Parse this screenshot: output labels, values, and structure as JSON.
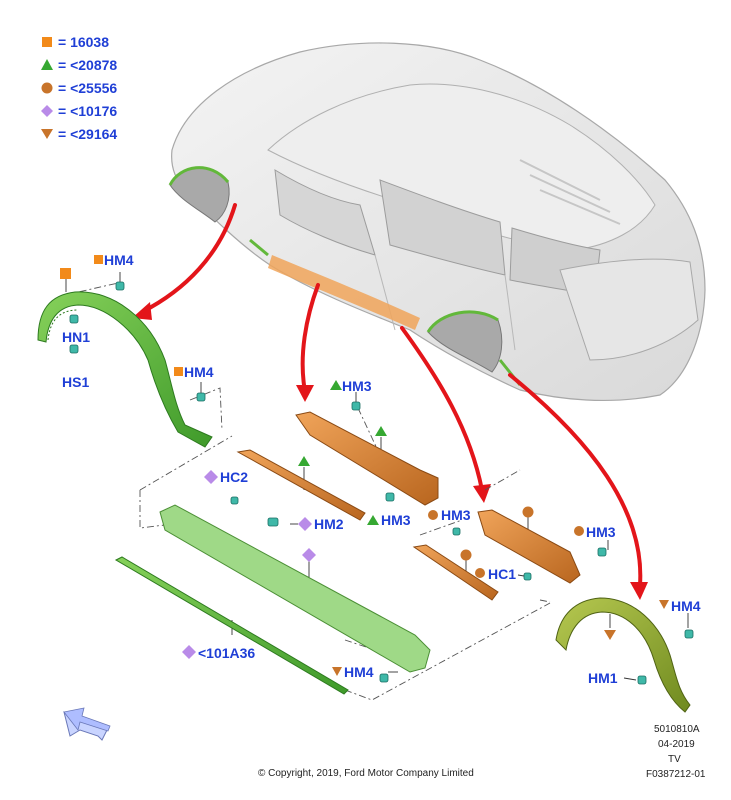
{
  "legend": [
    {
      "shape": "square",
      "color": "#f28a1a",
      "text": "= 16038"
    },
    {
      "shape": "triangle-up",
      "color": "#36a832",
      "text": "= <20878"
    },
    {
      "shape": "circle",
      "color": "#c8742a",
      "text": "= <25556"
    },
    {
      "shape": "diamond",
      "color": "#b98be8",
      "text": "= <10176"
    },
    {
      "shape": "triangle-down",
      "color": "#c8742a",
      "text": "= <29164"
    }
  ],
  "callouts": {
    "hm4_front_top": "HM4",
    "hn1": "HN1",
    "hs1": "HS1",
    "hm4_front_bottom": "HM4",
    "hm3_top": "HM3",
    "hc2": "HC2",
    "hm2": "HM2",
    "hm3_mid": "HM3",
    "hm3_rear_left": "HM3",
    "hm3_rear_right": "HM3",
    "hc1": "HC1",
    "hm4_rear": "HM4",
    "hm1": "HM1",
    "hm4_bottom": "HM4",
    "part_101a36": "<101A36"
  },
  "footer": {
    "copyright": "© Copyright, 2019, Ford Motor Company Limited",
    "ref_code": "5010810A",
    "date": "04-2019",
    "tv": "TV",
    "figure_id": "F0387212-01"
  },
  "colors": {
    "accent_blue": "#1f3fd6",
    "green_part": "#62b83a",
    "orange_part": "#d5802e",
    "arrow_red": "#e3151a"
  },
  "icons": [
    "direction-arrow-icon",
    "fastener-clip-icon"
  ]
}
